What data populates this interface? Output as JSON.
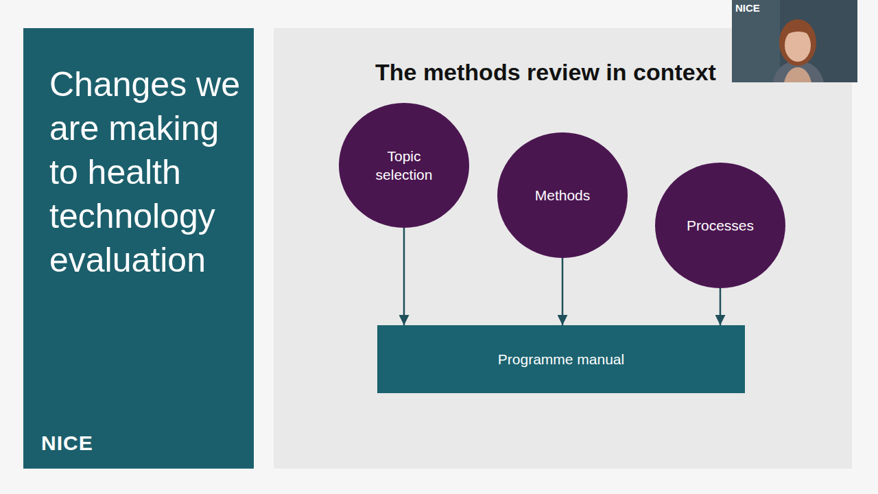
{
  "diagram": {
    "title": "The methods review in context",
    "nodes": [
      {
        "text": [
          "Changes we are making to health technology evaluation",
          "NICE"
        ]
      },
      {
        "text": [
          "Topic selection"
        ]
      },
      {
        "text": [
          "Methods"
        ]
      },
      {
        "text": [
          "Processes"
        ]
      },
      {
        "text": [
          "Programme manual"
        ]
      }
    ],
    "edges": [
      {
        "from": 1,
        "to": 4,
        "arrow": "to"
      },
      {
        "from": 2,
        "to": 4,
        "arrow": "to"
      },
      {
        "from": 3,
        "to": 4,
        "arrow": "to"
      }
    ],
    "labels": [
      "NICE"
    ]
  }
}
